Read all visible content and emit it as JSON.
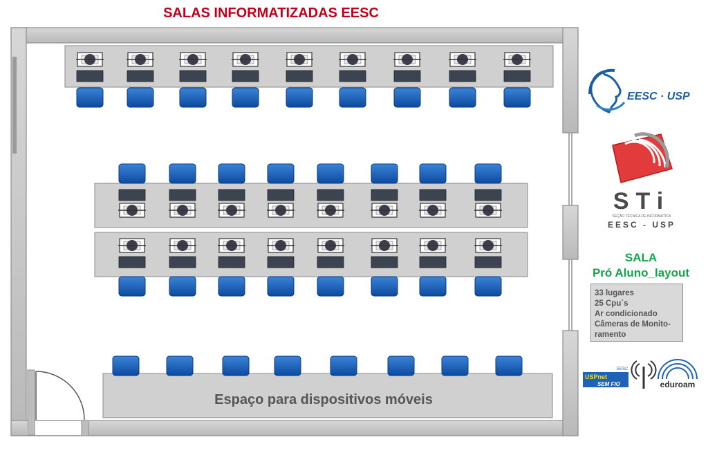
{
  "title": "SALAS INFORMATIZADAS EESC",
  "room": {
    "line1": "SALA",
    "line2": "Pró Aluno_layout"
  },
  "info_lines": [
    "33 lugares",
    "25 Cpu´s",
    "Ar condicionado",
    "Câmeras de Monito-",
    "ramento"
  ],
  "mobile_area_label": "Espaço para dispositivos móveis",
  "logos": {
    "eesc_usp": "EESC · USP",
    "sti_word": "STi",
    "sti_sub": "SEÇÃO TÉCNICA DE INFORMÁTICA",
    "sti_eesc": "EESC - USP",
    "uspnet_1": "USPnet",
    "uspnet_2": "SEM FIO",
    "uspnet_eesc": "EESC",
    "eduroam": "eduroam"
  },
  "colors": {
    "title": "#c0001a",
    "room_name": "#12a64a",
    "chair": "#1f63b8",
    "wall": "#c9c9c9",
    "table": "#d3d3d3"
  },
  "icons": [
    "computer-workstation-icon",
    "chair-icon",
    "door-icon",
    "wifi-antenna-icon"
  ]
}
